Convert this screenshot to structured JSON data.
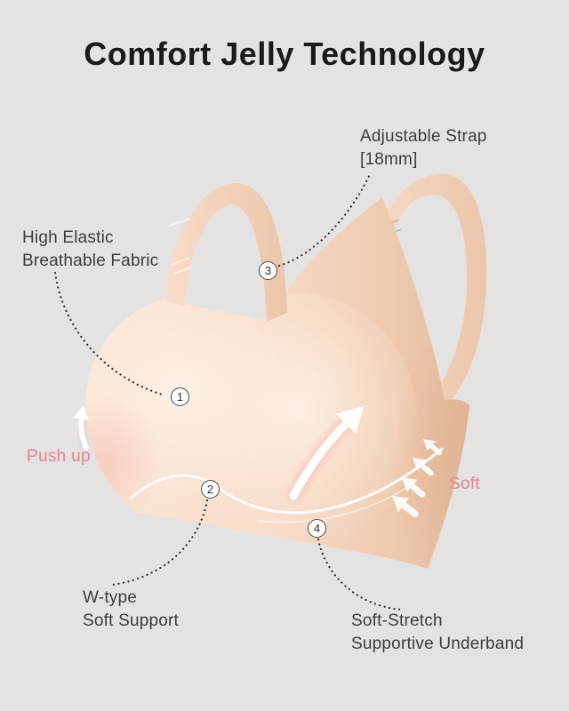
{
  "title": "Comfort Jelly Technology",
  "annotations": {
    "fabric": {
      "number": "1",
      "line1": "High Elastic",
      "line2": "Breathable Fabric"
    },
    "support": {
      "number": "2",
      "line1": "W-type",
      "line2": "Soft Support"
    },
    "strap": {
      "number": "3",
      "line1": "Adjustable Strap",
      "line2": "[18mm]"
    },
    "underband": {
      "number": "4",
      "line1": "Soft-Stretch",
      "line2": "Supportive Underband"
    }
  },
  "effects": {
    "push_up": "Push up",
    "soft": "Soft"
  },
  "colors": {
    "background": "#e4e3e2",
    "title_text": "#1a1a1a",
    "label_text": "#3c3c3c",
    "accent_pink": "#e5838f",
    "leader_dot": "#2e2e2e",
    "bra_light": "#fce7d8",
    "bra_mid": "#f6d7c2",
    "bra_shadow": "#e5bb9d",
    "highlight_arrow": "#ffffff",
    "arrow_glow_pink": "#f6b9b4"
  }
}
